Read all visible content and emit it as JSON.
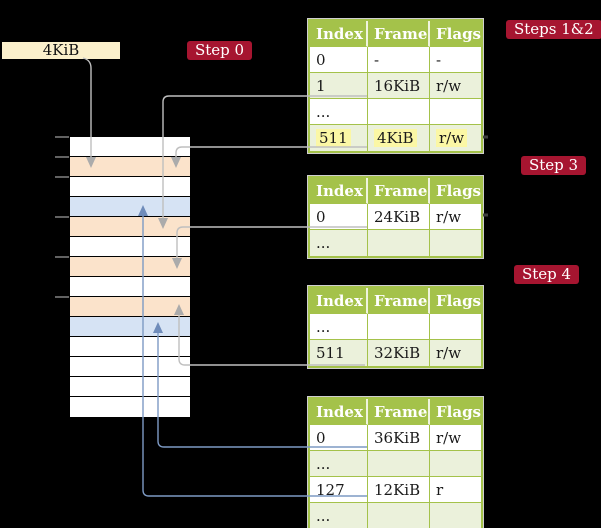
{
  "frame_label": "4KiB",
  "badges": {
    "step0": "Step 0",
    "steps12": "Steps 1&2",
    "step3": "Step 3",
    "step4": "Step 4"
  },
  "tables": [
    {
      "columns": [
        "Index",
        "Frame",
        "Flags"
      ],
      "rows": [
        {
          "index": "0",
          "frame": "-",
          "flags": "-"
        },
        {
          "index": "1",
          "frame": "16KiB",
          "flags": "r/w"
        },
        {
          "index": "...",
          "frame": "",
          "flags": ""
        },
        {
          "index": "511",
          "frame": "4KiB",
          "flags": "r/w"
        }
      ]
    },
    {
      "columns": [
        "Index",
        "Frame",
        "Flags"
      ],
      "rows": [
        {
          "index": "0",
          "frame": "24KiB",
          "flags": "r/w"
        },
        {
          "index": "...",
          "frame": "",
          "flags": ""
        }
      ]
    },
    {
      "columns": [
        "Index",
        "Frame",
        "Flags"
      ],
      "rows": [
        {
          "index": "...",
          "frame": "",
          "flags": ""
        },
        {
          "index": "511",
          "frame": "32KiB",
          "flags": "r/w"
        }
      ]
    },
    {
      "columns": [
        "Index",
        "Frame",
        "Flags"
      ],
      "rows": [
        {
          "index": "0",
          "frame": "36KiB",
          "flags": "r/w"
        },
        {
          "index": "...",
          "frame": "",
          "flags": ""
        },
        {
          "index": "127",
          "frame": "12KiB",
          "flags": "r"
        },
        {
          "index": "...",
          "frame": "",
          "flags": ""
        }
      ]
    }
  ],
  "memory_strip": {
    "row_colors": [
      "white",
      "orange",
      "white",
      "blue",
      "orange",
      "white",
      "orange",
      "white",
      "orange",
      "blue",
      "white",
      "white",
      "white",
      "white"
    ]
  },
  "colors": {
    "background": "#000000",
    "table_green": "#A4C24A",
    "table_row_tint": "#EBF1DB",
    "badge_red": "#A61530",
    "highlight_yellow": "#FBF7A5",
    "memory_orange": "#FBE3CB",
    "memory_blue": "#D6E3F4",
    "arrow_gray": "#BFBFBF",
    "arrow_blue": "#7D9AC4",
    "frame_label_bg": "#FBF0CB"
  }
}
